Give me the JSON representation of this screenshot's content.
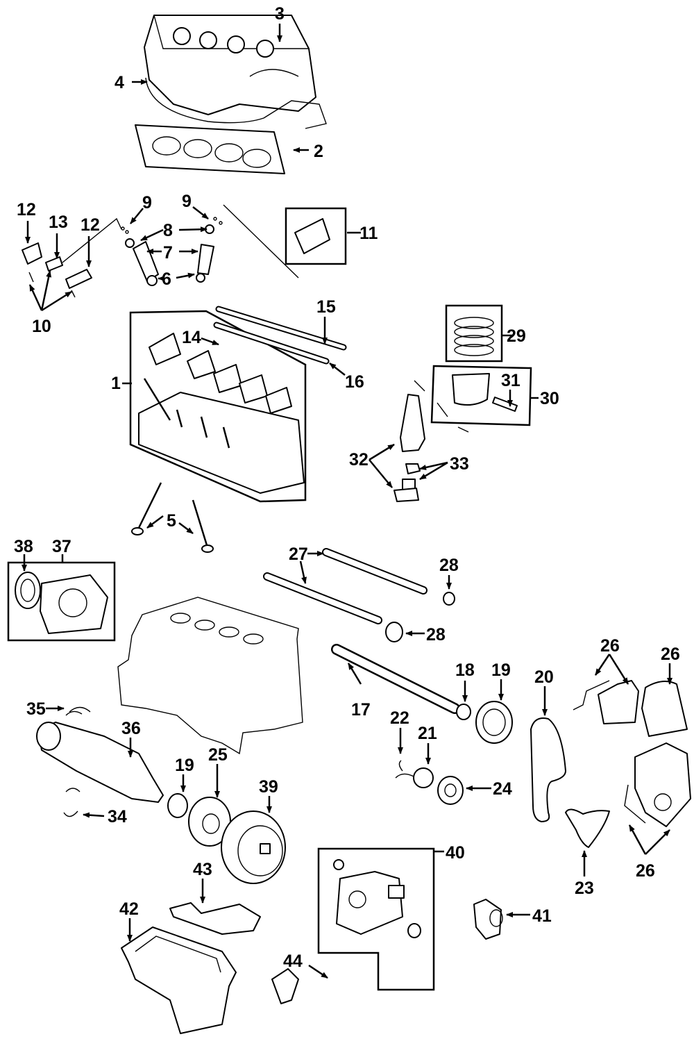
{
  "diagram": {
    "type": "exploded-parts-diagram",
    "subject": "Engine assembly",
    "callouts": [
      {
        "id": "1",
        "label": "1"
      },
      {
        "id": "2",
        "label": "2"
      },
      {
        "id": "3",
        "label": "3"
      },
      {
        "id": "4",
        "label": "4"
      },
      {
        "id": "5",
        "label": "5"
      },
      {
        "id": "6",
        "label": "6"
      },
      {
        "id": "7",
        "label": "7"
      },
      {
        "id": "8",
        "label": "8"
      },
      {
        "id": "9a",
        "label": "9"
      },
      {
        "id": "9b",
        "label": "9"
      },
      {
        "id": "10",
        "label": "10"
      },
      {
        "id": "11",
        "label": "11"
      },
      {
        "id": "12a",
        "label": "12"
      },
      {
        "id": "12b",
        "label": "12"
      },
      {
        "id": "13",
        "label": "13"
      },
      {
        "id": "14",
        "label": "14"
      },
      {
        "id": "15",
        "label": "15"
      },
      {
        "id": "16",
        "label": "16"
      },
      {
        "id": "17",
        "label": "17"
      },
      {
        "id": "18",
        "label": "18"
      },
      {
        "id": "19a",
        "label": "19"
      },
      {
        "id": "19b",
        "label": "19"
      },
      {
        "id": "20",
        "label": "20"
      },
      {
        "id": "21",
        "label": "21"
      },
      {
        "id": "22",
        "label": "22"
      },
      {
        "id": "23",
        "label": "23"
      },
      {
        "id": "24",
        "label": "24"
      },
      {
        "id": "25",
        "label": "25"
      },
      {
        "id": "26a",
        "label": "26"
      },
      {
        "id": "26b",
        "label": "26"
      },
      {
        "id": "26c",
        "label": "26"
      },
      {
        "id": "27",
        "label": "27"
      },
      {
        "id": "28a",
        "label": "28"
      },
      {
        "id": "28b",
        "label": "28"
      },
      {
        "id": "29",
        "label": "29"
      },
      {
        "id": "30",
        "label": "30"
      },
      {
        "id": "31",
        "label": "31"
      },
      {
        "id": "32",
        "label": "32"
      },
      {
        "id": "33",
        "label": "33"
      },
      {
        "id": "34",
        "label": "34"
      },
      {
        "id": "35",
        "label": "35"
      },
      {
        "id": "36",
        "label": "36"
      },
      {
        "id": "37",
        "label": "37"
      },
      {
        "id": "38",
        "label": "38"
      },
      {
        "id": "39",
        "label": "39"
      },
      {
        "id": "40",
        "label": "40"
      },
      {
        "id": "41",
        "label": "41"
      },
      {
        "id": "42",
        "label": "42"
      },
      {
        "id": "43",
        "label": "43"
      },
      {
        "id": "44",
        "label": "44"
      }
    ]
  }
}
